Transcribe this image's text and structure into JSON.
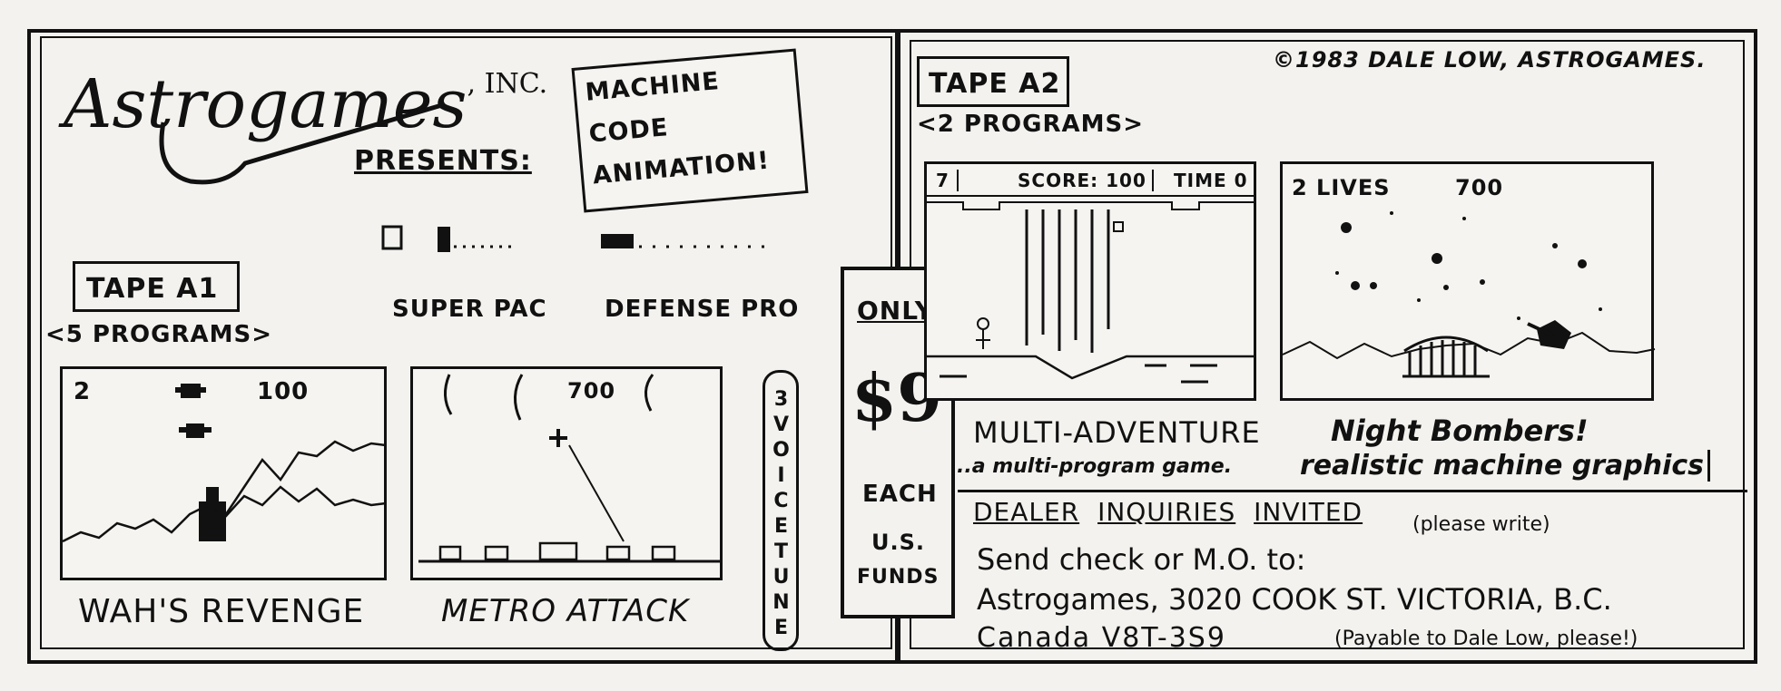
{
  "brand": {
    "name": "Astrogames",
    "suffix": ", INC."
  },
  "presents": "PRESENTS:",
  "headline_lines": [
    "MACHINE",
    "CODE",
    "ANIMATION!"
  ],
  "copyright": "©1983 DALE LOW, ASTROGAMES.",
  "tape_a1": {
    "label": "TAPE A1",
    "count": "<5 PROGRAMS>",
    "demo_titles": [
      "SUPER PAC",
      "DEFENSE PRO"
    ],
    "screens": [
      {
        "title": "WAH'S REVENGE",
        "left": "2",
        "score": "100"
      },
      {
        "title": "METRO ATTACK",
        "score": "700"
      }
    ],
    "side_note": "3 VOICE TUNE"
  },
  "price": {
    "only": "ONLY",
    "amount": "$9",
    "each": "EACH",
    "funds_lines": [
      "U.S.",
      "FUNDS"
    ]
  },
  "tape_a2": {
    "label": "TAPE A2",
    "count": "<2 PROGRAMS>",
    "screens": [
      {
        "level": "7",
        "score": "SCORE: 100",
        "time": "TIME 0",
        "title": "MULTI-ADVENTURE",
        "subtitle": "..a multi-program game."
      },
      {
        "lives": "2 LIVES",
        "score": "700",
        "title": "Night Bombers!",
        "subtitle": "realistic machine graphics"
      }
    ]
  },
  "dealer": {
    "heading_words": [
      "DEALER",
      "INQUIRIES",
      "INVITED"
    ],
    "please_write": "(please write)",
    "lines": [
      "Send check or M.O. to:",
      "Astrogames, 3020 COOK ST. VICTORIA, B.C.",
      "Canada V8T-3S9"
    ],
    "payable": "(Payable to Dale Low, please!)"
  }
}
